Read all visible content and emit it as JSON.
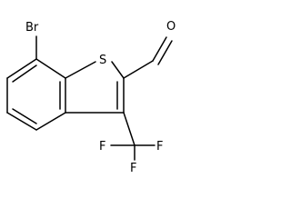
{
  "molecule": {
    "atoms": {
      "bromine": "Br",
      "sulfur": "S",
      "oxygen": "O",
      "fluorine_1": "F",
      "fluorine_2": "F",
      "fluorine_3": "F"
    },
    "colors": {
      "bond": "#000000",
      "label": "#000000",
      "background": "#ffffff"
    }
  }
}
